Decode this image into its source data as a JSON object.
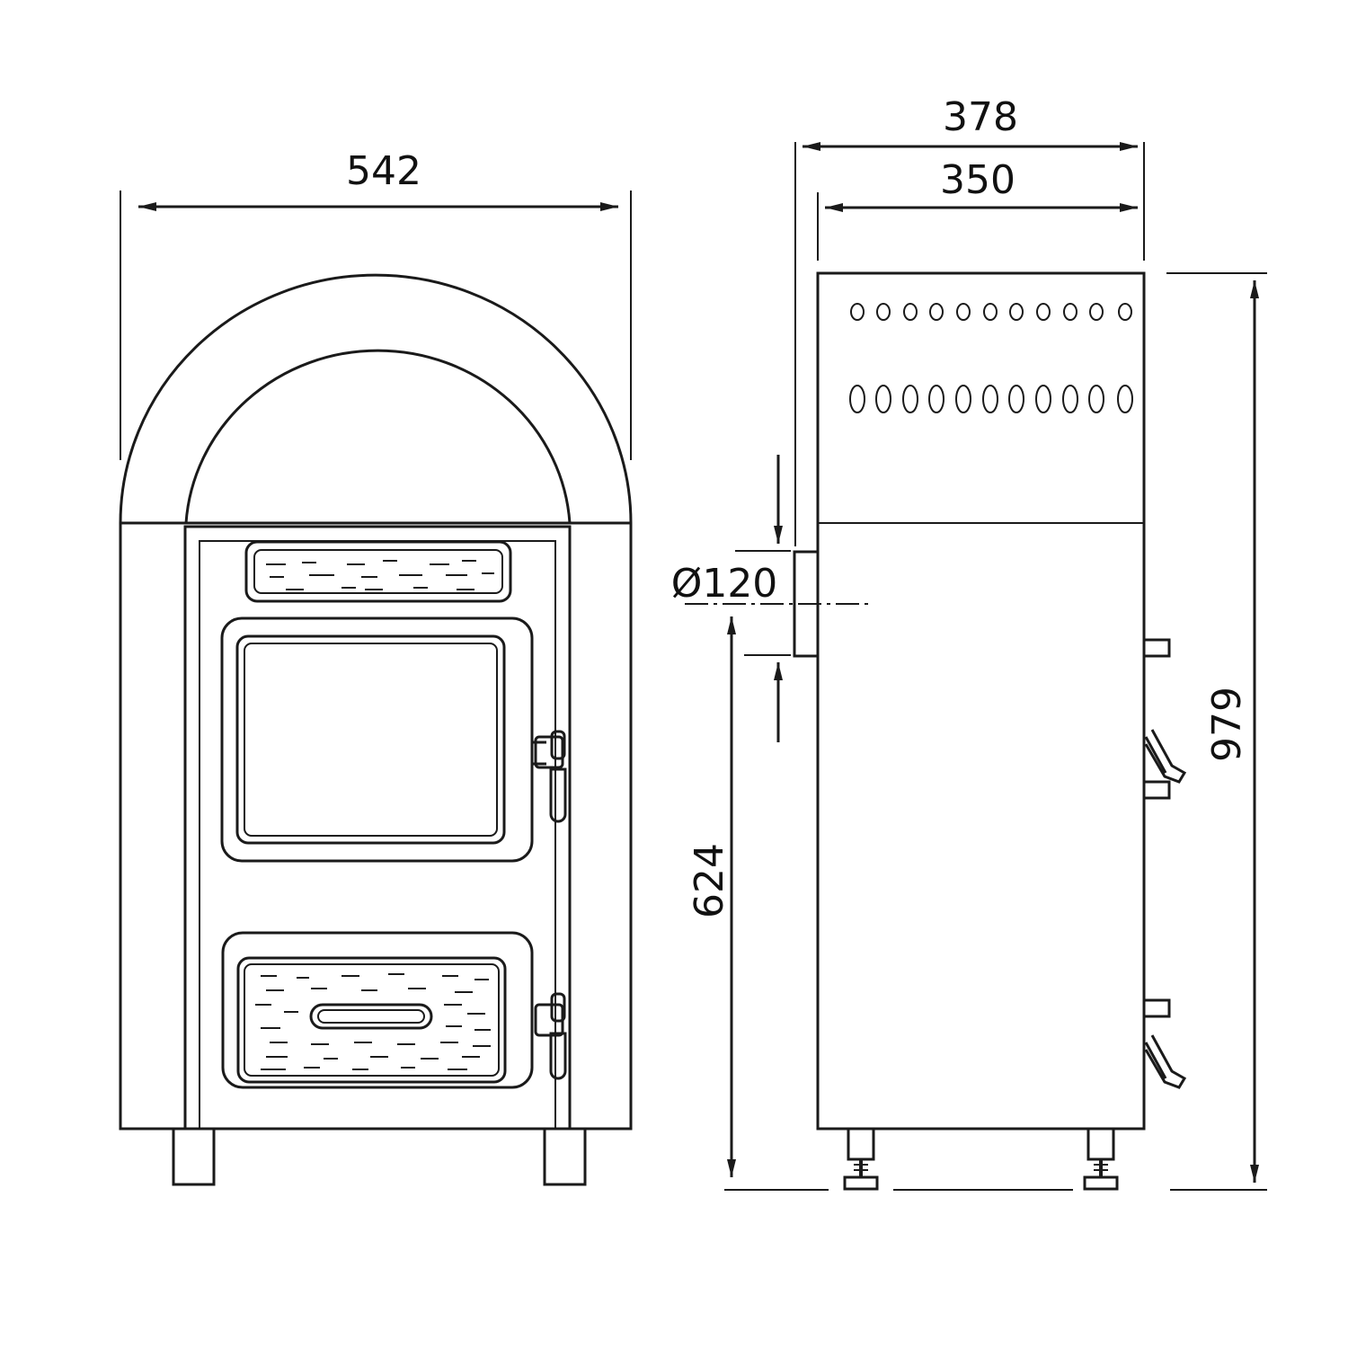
{
  "dimensions": {
    "front_width": "542",
    "side_depth_outer": "378",
    "side_depth_inner": "350",
    "flue_diameter": "Ø120",
    "flue_height": "624",
    "total_height": "979"
  },
  "colors": {
    "line": "#1a1a1a",
    "background": "#ffffff"
  }
}
